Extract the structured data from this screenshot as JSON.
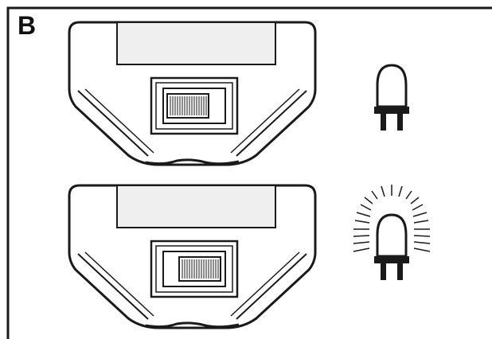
{
  "panel": {
    "label": "B"
  },
  "colors": {
    "line": "#1a1a1a",
    "screen": "#efefef",
    "paper": "#ffffff"
  },
  "states": [
    {
      "name": "switch-off",
      "led": "off"
    },
    {
      "name": "switch-on",
      "led": "on"
    }
  ]
}
